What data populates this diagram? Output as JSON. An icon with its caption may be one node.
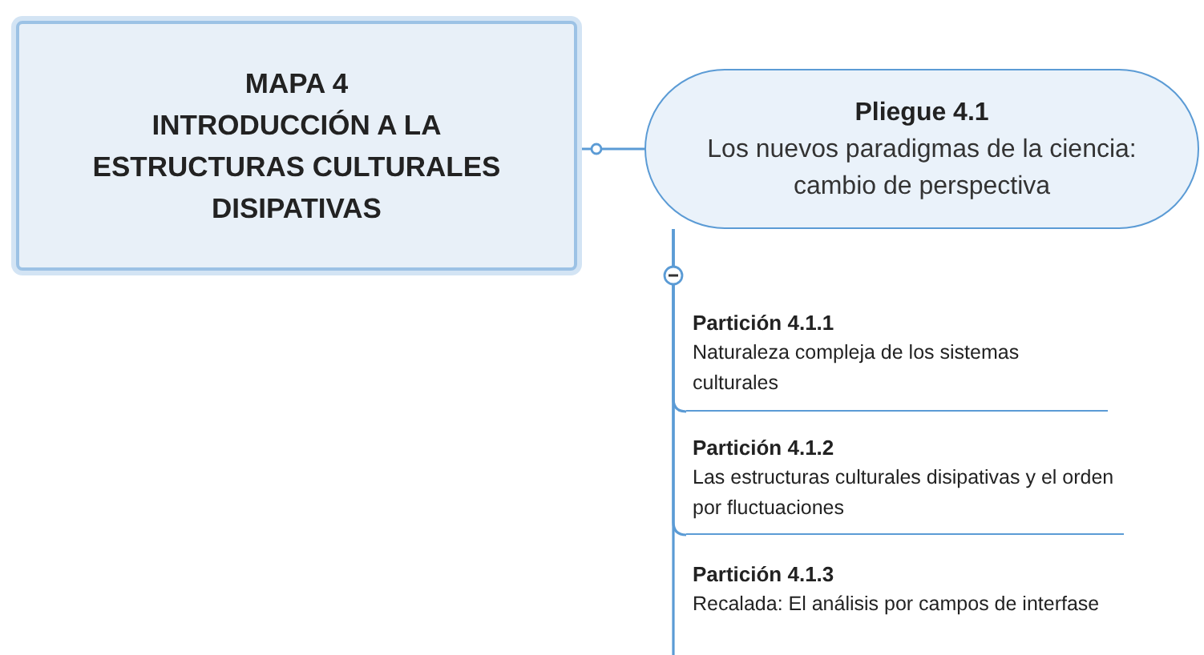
{
  "diagram": {
    "nodes": [
      {
        "text": [
          "MAPA 4",
          "INTRODUCCIÓN A LA ESTRUCTURAS CULTURALES DISIPATIVAS"
        ]
      },
      {
        "text": [
          "Pliegue 4.1",
          "Los nuevos paradigmas de la ciencia: cambio de perspectiva"
        ]
      },
      {
        "text": [
          "Partición 4.1.1",
          "Naturaleza compleja de los sistemas culturales"
        ]
      },
      {
        "text": [
          "Partición 4.1.2",
          "Las estructuras culturales disipativas y el orden por fluctuaciones"
        ]
      },
      {
        "text": [
          "Partición 4.1.3",
          "Recalada: El análisis por campos de interfase"
        ]
      }
    ],
    "edges": [
      {
        "from": 0,
        "to": 1,
        "arrow": "none"
      },
      {
        "from": 1,
        "to": 2,
        "arrow": "none"
      },
      {
        "from": 1,
        "to": 3,
        "arrow": "none"
      },
      {
        "from": 1,
        "to": 4,
        "arrow": "none"
      }
    ]
  }
}
